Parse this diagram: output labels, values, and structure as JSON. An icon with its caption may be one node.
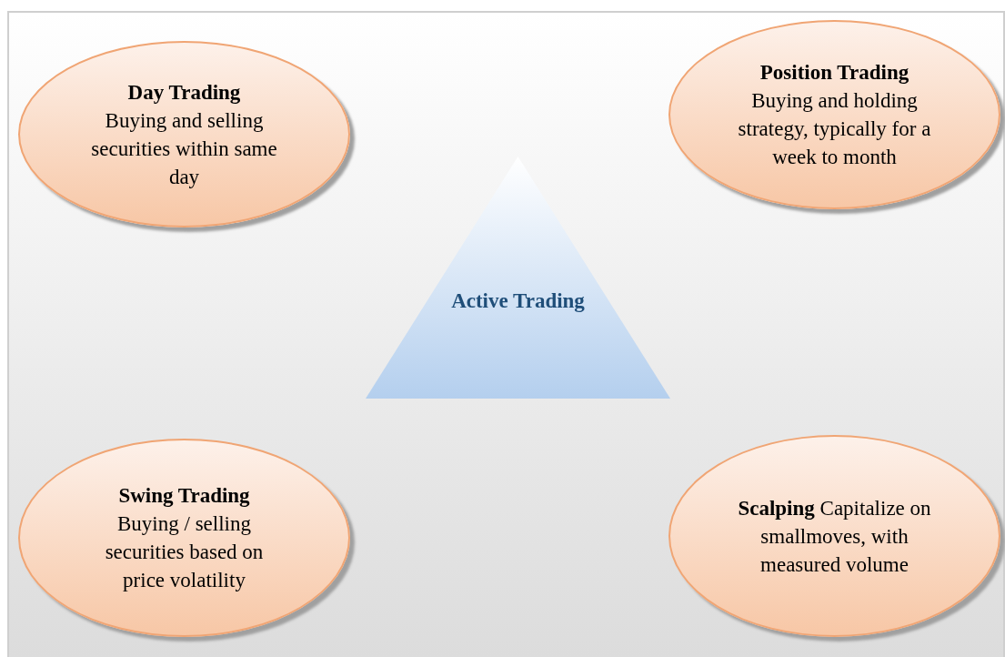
{
  "diagram": {
    "nodes": [
      {
        "text": [
          "Day Trading",
          "Buying and selling securities within same day"
        ]
      },
      {
        "text": [
          "Position Trading",
          "Buying and holding strategy, typically for a week to month"
        ]
      },
      {
        "text": [
          "Active Trading"
        ]
      },
      {
        "text": [
          "Swing Trading",
          "Buying / selling securities based on price volatility"
        ]
      },
      {
        "text": [
          "**Scalping** Capitalize on smallmoves, with measured volume"
        ]
      }
    ],
    "edges": []
  }
}
